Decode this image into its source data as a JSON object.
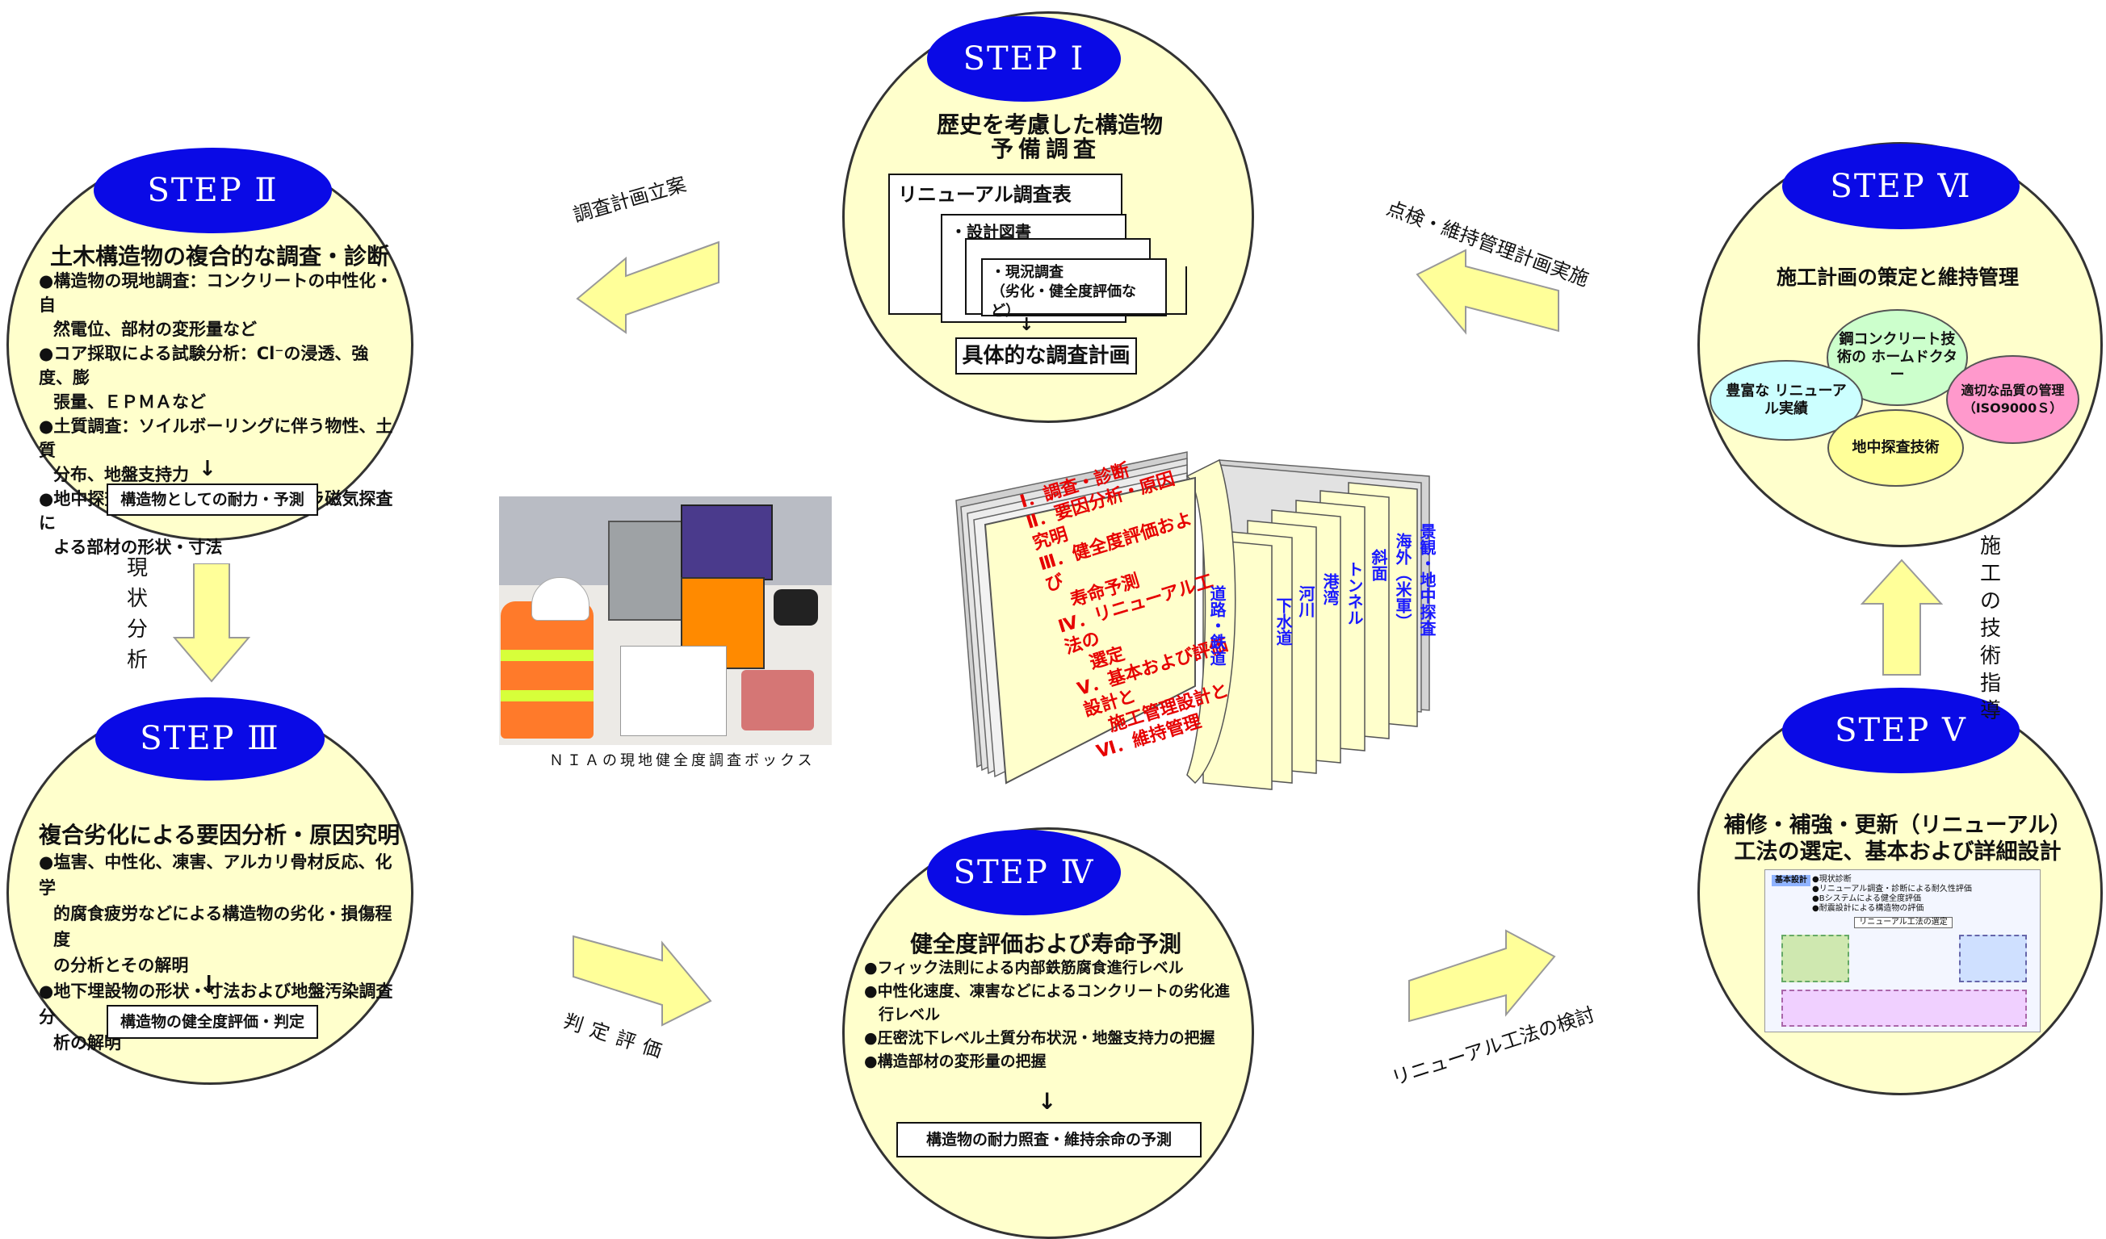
{
  "step1": {
    "badge": "STEP Ⅰ",
    "title_line1": "歴史を考慮した構造物",
    "title_line2": "予備調査",
    "card_main": "リニューアル調査表",
    "card2": "・設計図書",
    "card4_line1": "・現況調査",
    "card4_line2": "（劣化・健全度評価など）",
    "result": "具体的な調査計画"
  },
  "step2": {
    "badge": "STEP Ⅱ",
    "title": "土木構造物の複合的な調査・診断",
    "bullets": [
      "●構造物の現地調査：コンクリートの中性化・自",
      "然電位、部材の変形量など",
      "●コア採取による試験分析：Cl⁻の浸透、強度、膨",
      "張量、ＥＰＭＡなど",
      "●土質調査：ソイルボーリングに伴う物性、土質",
      "分布、地盤支持力",
      "●地中探査：衝撃弾性波、ボアカメラ磁気探査に",
      "よる部材の形状・寸法"
    ],
    "result": "構造物としての耐力・予測"
  },
  "step3": {
    "badge": "STEP Ⅲ",
    "title": "複合劣化による要因分析・原因究明",
    "bullets": [
      "●塩害、中性化、凍害、アルカリ骨材反応、化学",
      "的腐食疲労などによる構造物の劣化・損傷程度",
      "の分析とその解明",
      "●地下埋設物の形状・寸法および地盤汚染調査分",
      "析の解明"
    ],
    "result": "構造物の健全度評価・判定"
  },
  "step4": {
    "badge": "STEP Ⅳ",
    "title": "健全度評価および寿命予測",
    "bullets": [
      "●フィック法則による内部鉄筋腐食進行レベル",
      "●中性化速度、凍害などによるコンクリートの劣化進",
      "行レベル",
      "●圧密沈下レベル土質分布状況・地盤支持力の把握",
      "●構造部材の変形量の把握"
    ],
    "result": "構造物の耐力照査・維持余命の予測"
  },
  "step5": {
    "badge": "STEP Ⅴ",
    "title_line1": "補修・補強・更新（リニューアル）",
    "title_line2": "工法の選定、基本および詳細設計",
    "thumb_title": "基本設計",
    "thumb_lines": [
      "●現状診断",
      "●リニューアル調査・診断による耐久性評価",
      "●Bシステムによる健全度評価",
      "●耐震設計による構造物の評価"
    ],
    "thumb_center": "リニューアル工法の選定"
  },
  "step6": {
    "badge": "STEP Ⅵ",
    "title": "施工計画の策定と維持管理",
    "bubble_top": "鋼コンクリート技術の ホームドクター",
    "bubble_left": "豊富な リニューアル実績",
    "bubble_right": "適切な品質の管理（ISO9000Ｓ）",
    "bubble_bottom": "地中探査技術"
  },
  "arrows": {
    "a_to_step2": "調査計画立案",
    "a_step6_to_1": "点検・維持管理計画実施",
    "a_2_to_3": "現状分析",
    "a_3_to_4": "判定評価",
    "a_4_to_5": "リニューアル工法の検討",
    "a_5_to_6": "施工の技術指導"
  },
  "photo": {
    "caption": "ＮＩＡの現地健全度調査ボックス"
  },
  "book": {
    "left_page": [
      "Ⅰ．調査・診断",
      "Ⅱ．要因分析・原因究明",
      "Ⅲ．健全度評価および",
      "寿命予測",
      "Ⅳ．リニューアル工法の",
      "選定",
      "Ⅴ．基本および評価設計と",
      "施工管理設計と",
      "Ⅵ．維持管理"
    ],
    "tabs": [
      "道路・鉄道",
      "下水道",
      "河川",
      "港湾",
      "トンネル",
      "斜面",
      "海外（米軍）",
      "景観・地中探査"
    ]
  },
  "colors": {
    "circle_fill": "#ffffcc",
    "badge_blue": "#0a0ae6",
    "arrow_fill": "#ffff99",
    "book_red": "#e60000",
    "book_blue": "#1a1aff"
  }
}
